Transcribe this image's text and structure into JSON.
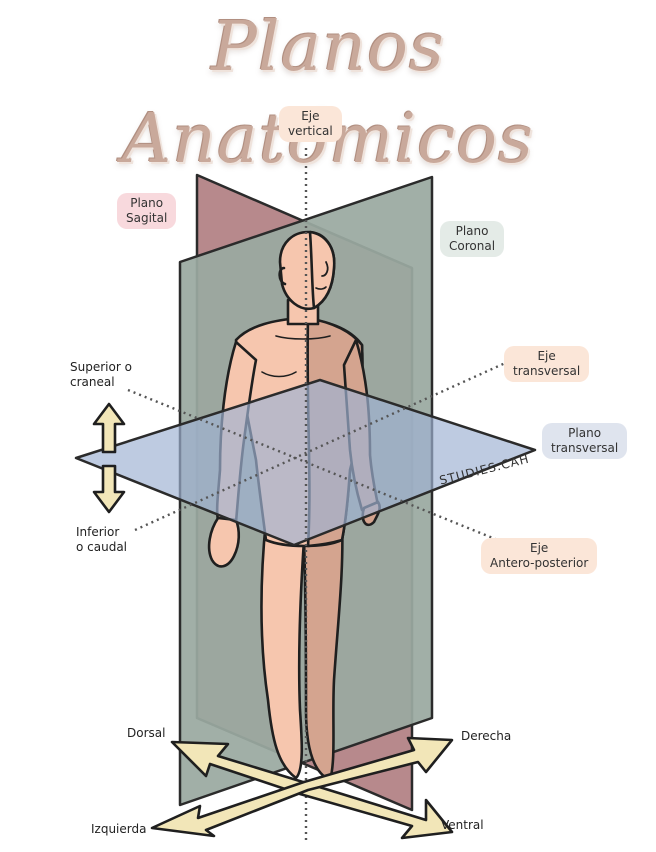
{
  "title": "Planos Anatómicos",
  "watermark": "STUDIES.CAH",
  "axes": {
    "vertical": [
      "Eje",
      "vertical"
    ],
    "transversal": [
      "Eje",
      "transversal"
    ],
    "anteroposterior": [
      "Eje",
      "Antero-posterior"
    ]
  },
  "planes": {
    "sagital": [
      "Plano",
      "Sagital"
    ],
    "coronal": [
      "Plano",
      "Coronal"
    ],
    "transversal": [
      "Plano",
      "transversal"
    ]
  },
  "directions": {
    "superior": [
      "Superior o",
      "craneal"
    ],
    "inferior": [
      "Inferior",
      "o caudal"
    ],
    "dorsal": "Dorsal",
    "derecha": "Derecha",
    "izquierda": "Izquierda",
    "ventral": "Ventral"
  },
  "colors": {
    "sagittal_plane": "#b7898c",
    "coronal_plane": "#9aa9a0",
    "transverse_plane": "#9fb2d3",
    "skin_front": "#f6c6ae",
    "skin_shadow": "#d4a48f",
    "arrow_fill": "#f2e6b8",
    "title": "#c9a99b"
  }
}
